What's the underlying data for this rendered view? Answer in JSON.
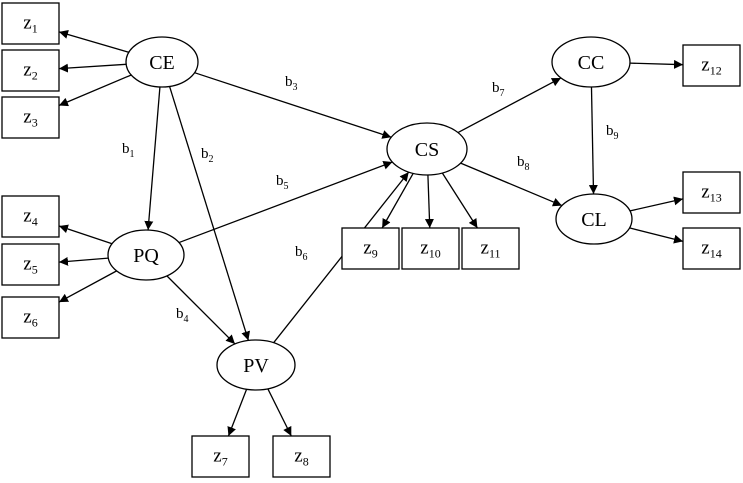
{
  "latent_nodes": [
    {
      "id": "CE",
      "label": "CE"
    },
    {
      "id": "PQ",
      "label": "PQ"
    },
    {
      "id": "PV",
      "label": "PV"
    },
    {
      "id": "CS",
      "label": "CS"
    },
    {
      "id": "CC",
      "label": "CC"
    },
    {
      "id": "CL",
      "label": "CL"
    }
  ],
  "indicators": [
    {
      "id": "z1",
      "base": "z",
      "sub": "1",
      "factor": "CE"
    },
    {
      "id": "z2",
      "base": "z",
      "sub": "2",
      "factor": "CE"
    },
    {
      "id": "z3",
      "base": "z",
      "sub": "3",
      "factor": "CE"
    },
    {
      "id": "z4",
      "base": "z",
      "sub": "4",
      "factor": "PQ"
    },
    {
      "id": "z5",
      "base": "z",
      "sub": "5",
      "factor": "PQ"
    },
    {
      "id": "z6",
      "base": "z",
      "sub": "6",
      "factor": "PQ"
    },
    {
      "id": "z7",
      "base": "z",
      "sub": "7",
      "factor": "PV"
    },
    {
      "id": "z8",
      "base": "z",
      "sub": "8",
      "factor": "PV"
    },
    {
      "id": "z9",
      "base": "z",
      "sub": "9",
      "factor": "CS"
    },
    {
      "id": "z10",
      "base": "z",
      "sub": "10",
      "factor": "CS"
    },
    {
      "id": "z11",
      "base": "z",
      "sub": "11",
      "factor": "CS"
    },
    {
      "id": "z12",
      "base": "z",
      "sub": "12",
      "factor": "CC"
    },
    {
      "id": "z13",
      "base": "z",
      "sub": "13",
      "factor": "CL"
    },
    {
      "id": "z14",
      "base": "z",
      "sub": "14",
      "factor": "CL"
    }
  ],
  "paths": [
    {
      "id": "b1",
      "base": "b",
      "sub": "1",
      "from": "CE",
      "to": "PQ"
    },
    {
      "id": "b2",
      "base": "b",
      "sub": "2",
      "from": "CE",
      "to": "PV"
    },
    {
      "id": "b3",
      "base": "b",
      "sub": "3",
      "from": "CE",
      "to": "CS"
    },
    {
      "id": "b4",
      "base": "b",
      "sub": "4",
      "from": "PQ",
      "to": "PV"
    },
    {
      "id": "b5",
      "base": "b",
      "sub": "5",
      "from": "PQ",
      "to": "CS"
    },
    {
      "id": "b6",
      "base": "b",
      "sub": "6",
      "from": "PV",
      "to": "CS"
    },
    {
      "id": "b7",
      "base": "b",
      "sub": "7",
      "from": "CS",
      "to": "CC"
    },
    {
      "id": "b8",
      "base": "b",
      "sub": "8",
      "from": "CS",
      "to": "CL"
    },
    {
      "id": "b9",
      "base": "b",
      "sub": "9",
      "from": "CC",
      "to": "CL"
    }
  ]
}
